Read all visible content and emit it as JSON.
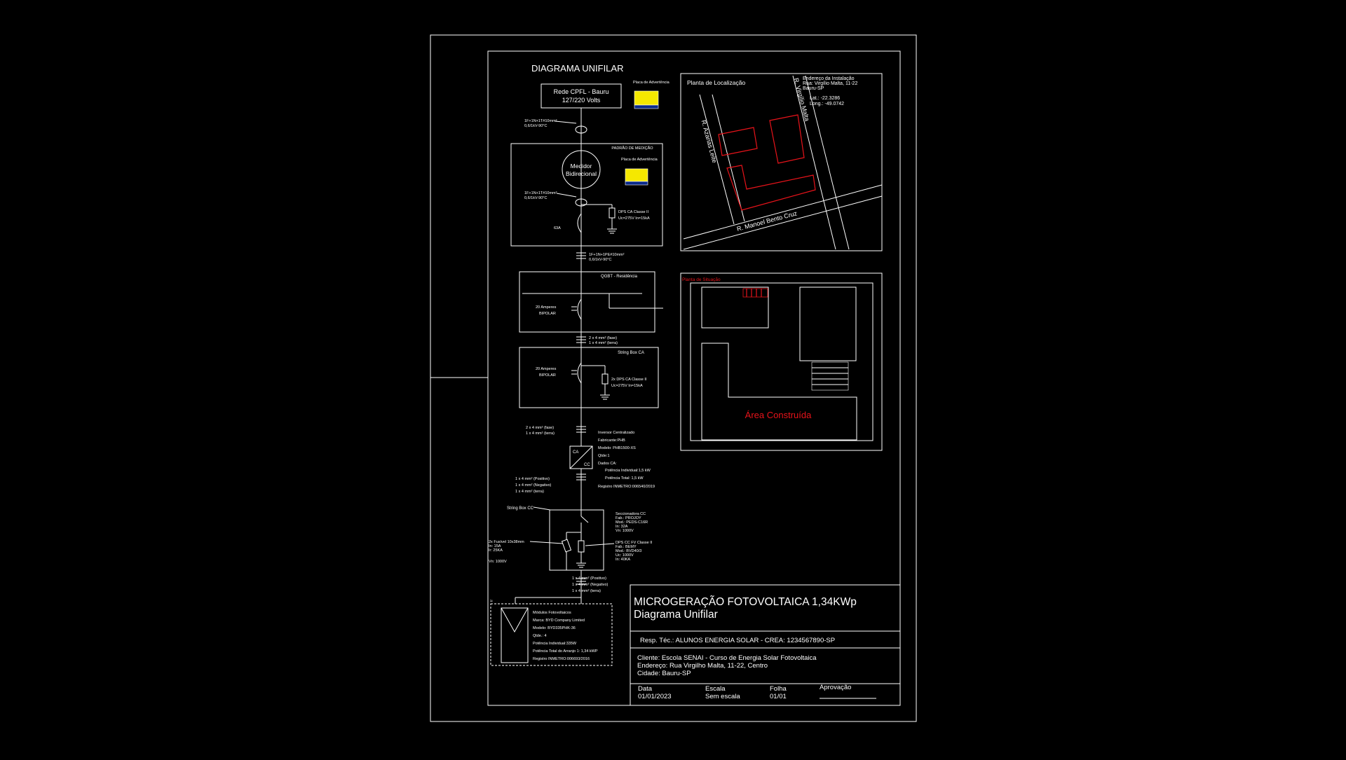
{
  "diagram": {
    "title": "DIAGRAMA UNIFILAR",
    "grid": {
      "name": "Rede CPFL - Bauru",
      "voltage": "127/220 Volts"
    },
    "warning_plate": {
      "label": "Placa de Advertência"
    },
    "cable_service": [
      "1F+1N+1T#10mm²",
      "0,6/1kV-90°C"
    ],
    "meter_box": {
      "title": "PADRÃO DE MEDIÇÃO",
      "meter_line1": "Medidor",
      "meter_line2": "Bidirecional"
    },
    "cable_meter": [
      "1F+1N+1T#10mm²",
      "0,6/1kV-90°C"
    ],
    "breaker_meter": "63A",
    "dps_ca_1": [
      "DPS CA Classe II",
      "Uc=275V In=15kA"
    ],
    "cable_qgbt": [
      "1F+1N+1PE#10mm²",
      "0,6/1kV-90°C"
    ],
    "qgbt": {
      "title": "QGBT - Residência",
      "breaker_line1": "20 Amperes",
      "breaker_line2": "BIPOLAR"
    },
    "cable_stringbox": [
      "2 x 4 mm² (fase)",
      "1 x 4 mm² (terra)"
    ],
    "stringbox_ca": {
      "title": "String Box CA",
      "breaker_line1": "20 Amperes",
      "breaker_line2": "BIPOLAR",
      "dps": [
        "2x DPS CA Classe II",
        "Uc=275V In=15kA"
      ]
    },
    "cable_inverter": [
      "2 x 4 mm² (fase)",
      "1 x 4 mm² (terra)"
    ],
    "inverter": {
      "ca": "CA",
      "cc": "CC",
      "info": [
        "Inversor Centralizado",
        "Fabricante:PHB",
        "Modelo: PHB1500-XS",
        "Qtde:1",
        "Dados CA:",
        "Potência Individual:1,5 kW",
        "Potência Total: 1,5 kW",
        "Registro INMETRO:006540/2019"
      ]
    },
    "cable_dc": [
      "1 x 4 mm² (Positivo)",
      "1 x 4 mm² (Negativo)",
      "1 x 4 mm² (terra)"
    ],
    "stringbox_cc": {
      "label": "String Box CC",
      "switch": [
        "Seccionadora CC",
        "Fab.: PROJOY",
        "Mod.: PEDS-C16R",
        "In: 32A",
        "Vn: 1000V"
      ],
      "dps": [
        "DPS CC FV Classe II",
        "Fab.: BEMY",
        "Mod.: BVD40/3",
        "Uc: 1000V",
        "In: 40KA"
      ],
      "fuse": [
        "2x Fusível 10x38mm",
        "In: 15A",
        "Ir: 25KA",
        "Vn: 1000V"
      ]
    },
    "cable_modules": [
      "1 x 4 mm² (Positivo)",
      "1 x 4 mm² (Negativo)",
      "1 x 4 mm² (terra)"
    ],
    "modules": [
      "Módulos Fotovoltaicos",
      "Marca: BYD Company Limited",
      "Modelo: BYD335PHK-36",
      "Qtde.: 4",
      "Potência Individual:335W",
      "Potência Total do Arranjo 1: 1,34 kWP",
      "Registro INMETRO:006693/2016"
    ]
  },
  "location_map": {
    "title": "Planta de Localização",
    "address": [
      "Endereço da Instalação",
      "Rua: Virgílio Malta, 11-22",
      "Bauru-SP"
    ],
    "coords": [
      "Lat.: -22.3286",
      "Long.: -49.0742"
    ],
    "streets": [
      "R. Azarias Leite",
      "R. Virgílio Malta",
      "R. Manoel Bento Cruz"
    ]
  },
  "situation_plan": {
    "title": "Planta de Situação",
    "built_area": "Área Construída"
  },
  "title_block": {
    "project_title": "MICROGERAÇÃO FOTOVOLTAICA 1,34KWp",
    "project_subtitle": "Diagrama Unifilar",
    "responsible": "Resp. Téc.: ALUNOS ENERGIA SOLAR  -  CREA: 1234567890-SP",
    "client": [
      "Cliente: Escola SENAI - Curso de Energia Solar Fotovoltaica",
      "Endereço: Rua Virgilho Malta, 11-22, Centro",
      "Cidade: Bauru-SP"
    ],
    "date_label": "Data",
    "date_value": "01/01/2023",
    "scale_label": "Escala",
    "scale_value": "Sem escala",
    "sheet_label": "Folha",
    "sheet_value": "01/01",
    "approval_label": "Aprovação"
  },
  "colors": {
    "background": "#000000",
    "lines": "#ffffff",
    "highlight": "#e8131a",
    "plate": "#f5e800"
  }
}
